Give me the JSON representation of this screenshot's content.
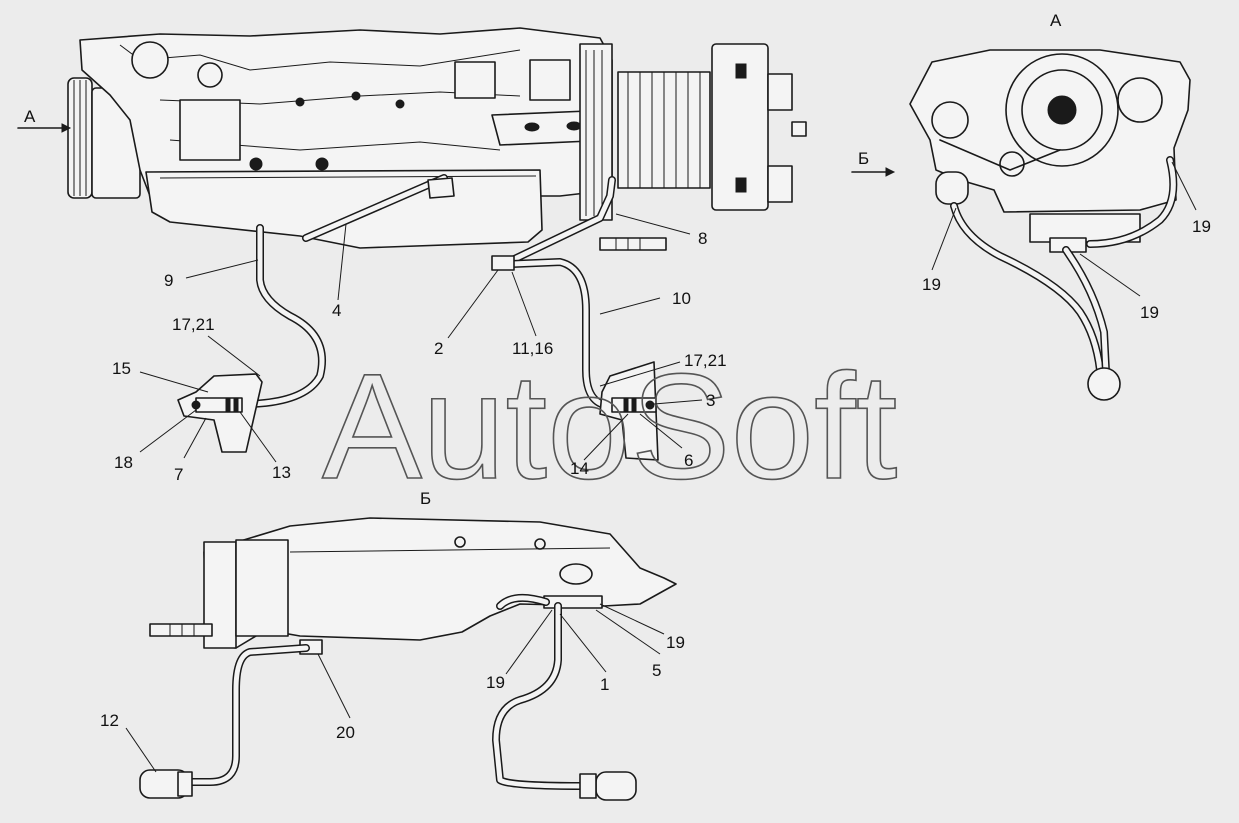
{
  "watermark": "AutoSoft",
  "views": {
    "view_a_title": "А",
    "view_b_title": "Б",
    "arrow_a_label": "А",
    "arrow_b_label": "Б"
  },
  "callouts": [
    {
      "id": "c1",
      "text": "1"
    },
    {
      "id": "c2",
      "text": "2"
    },
    {
      "id": "c3",
      "text": "3"
    },
    {
      "id": "c4",
      "text": "4"
    },
    {
      "id": "c5",
      "text": "5"
    },
    {
      "id": "c6",
      "text": "6"
    },
    {
      "id": "c7",
      "text": "7"
    },
    {
      "id": "c8",
      "text": "8"
    },
    {
      "id": "c9",
      "text": "9"
    },
    {
      "id": "c10",
      "text": "10"
    },
    {
      "id": "c11_16",
      "text": "11,16"
    },
    {
      "id": "c12",
      "text": "12"
    },
    {
      "id": "c13",
      "text": "13"
    },
    {
      "id": "c14",
      "text": "14"
    },
    {
      "id": "c15",
      "text": "15"
    },
    {
      "id": "c17_21_left",
      "text": "17,21"
    },
    {
      "id": "c17_21_right",
      "text": "17,21"
    },
    {
      "id": "c18",
      "text": "18"
    },
    {
      "id": "c19_a_left",
      "text": "19"
    },
    {
      "id": "c19_a_mid",
      "text": "19"
    },
    {
      "id": "c19_a_right",
      "text": "19"
    },
    {
      "id": "c19_b_left",
      "text": "19"
    },
    {
      "id": "c19_b_right",
      "text": "19"
    },
    {
      "id": "c20",
      "text": "20"
    }
  ]
}
